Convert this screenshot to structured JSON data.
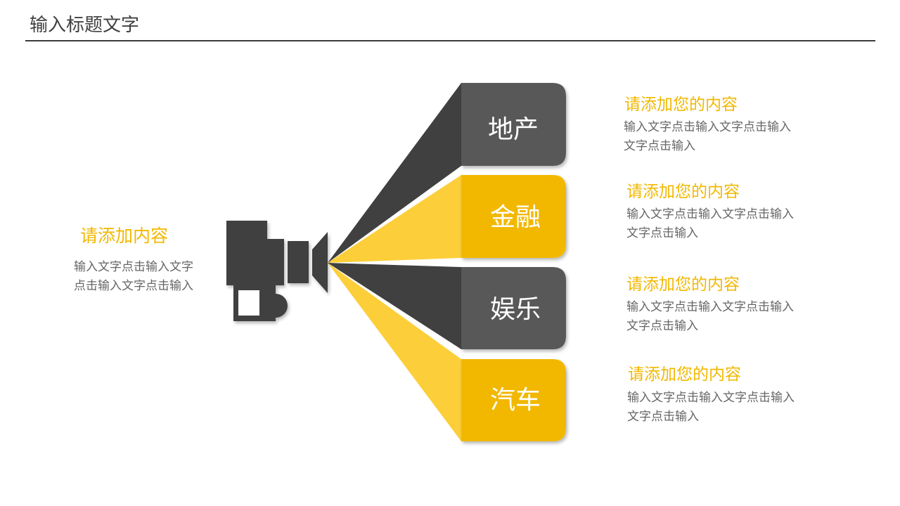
{
  "header": {
    "title": "输入标题文字"
  },
  "left_block": {
    "title": "请添加内容",
    "body": "输入文字点击输入文字点击输入文字点击输入"
  },
  "items": [
    {
      "label": "地产",
      "tone": "dark",
      "desc_title": "请添加您的内容",
      "desc_body": "输入文字点击输入文字点击输入文字点击输入"
    },
    {
      "label": "金融",
      "tone": "yellow",
      "desc_title": "请添加您的内容",
      "desc_body": "输入文字点击输入文字点击输入文字点击输入"
    },
    {
      "label": "娱乐",
      "tone": "dark",
      "desc_title": "请添加您的内容",
      "desc_body": "输入文字点击输入文字点击输入文字点击输入"
    },
    {
      "label": "汽车",
      "tone": "yellow",
      "desc_title": "请添加您的内容",
      "desc_body": "输入文字点击输入文字点击输入文字点击输入"
    }
  ],
  "colors": {
    "dark_box": "#595959",
    "dark_beam": "#404040",
    "yellow_box": "#f2b800",
    "yellow_beam": "#fccf3a",
    "camera": "#404040",
    "accent_text": "#f2b800"
  },
  "icons": {
    "camera": "camera-icon"
  }
}
